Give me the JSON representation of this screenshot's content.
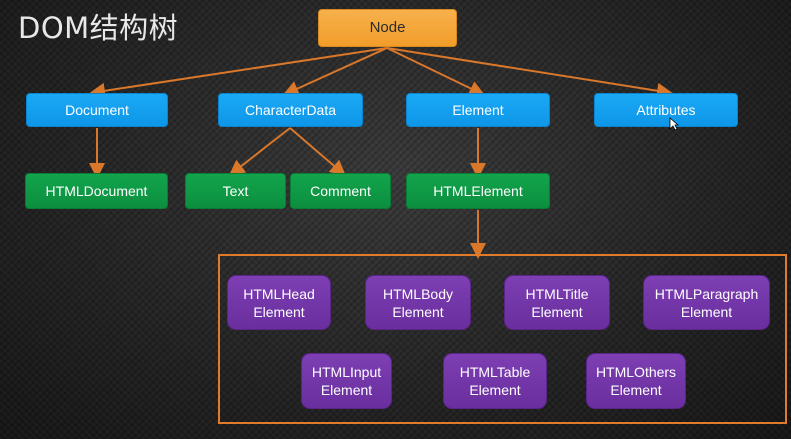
{
  "title": "DOM结构树",
  "colors": {
    "root": "#f29d2a",
    "level1": "#0e96e8",
    "level2": "#0c8f3f",
    "html_elements": "#6a2e9e",
    "connector": "#d9772b"
  },
  "nodes": {
    "node": "Node",
    "document": "Document",
    "character_data": "CharacterData",
    "element": "Element",
    "attributes": "Attributes",
    "html_document": "HTMLDocument",
    "text": "Text",
    "comment": "Comment",
    "html_element": "HTMLElement"
  },
  "html_element_types": [
    "HTMLHead\nElement",
    "HTMLBody\nElement",
    "HTMLTitle\nElement",
    "HTMLParagraph\nElement",
    "HTMLInput\nElement",
    "HTMLTable\nElement",
    "HTMLOthers\nElement"
  ]
}
